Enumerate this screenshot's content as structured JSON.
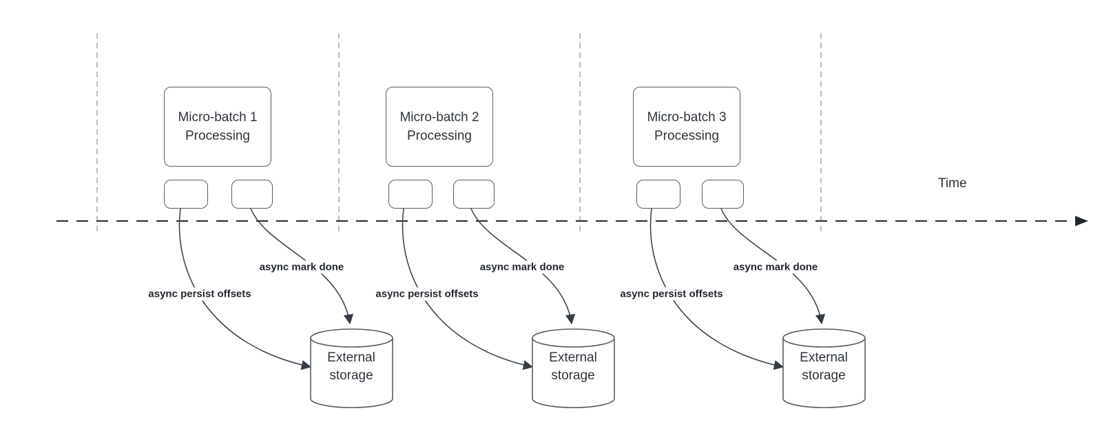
{
  "diagram_type": "timeline-flow-diagram",
  "colors": {
    "background": "#ffffff",
    "connector": "#3f454d",
    "timeline": "#23282e",
    "guide_line": "#a9a9a9",
    "shape_border": "#565c63",
    "shape_fill": "#ffffff",
    "text": "#2e343b",
    "label_text": "#21262e"
  },
  "timeline": {
    "label": "Time"
  },
  "groups": [
    {
      "box_line1": "Micro-batch 1",
      "box_line2": "Processing",
      "persist_label": "async persist offsets",
      "mark_done_label": "async mark done",
      "storage_line1": "External",
      "storage_line2": "storage"
    },
    {
      "box_line1": "Micro-batch 2",
      "box_line2": "Processing",
      "persist_label": "async persist offsets",
      "mark_done_label": "async mark done",
      "storage_line1": "External",
      "storage_line2": "storage"
    },
    {
      "box_line1": "Micro-batch 3",
      "box_line2": "Processing",
      "persist_label": "async persist offsets",
      "mark_done_label": "async mark done",
      "storage_line1": "External",
      "storage_line2": "storage"
    }
  ]
}
